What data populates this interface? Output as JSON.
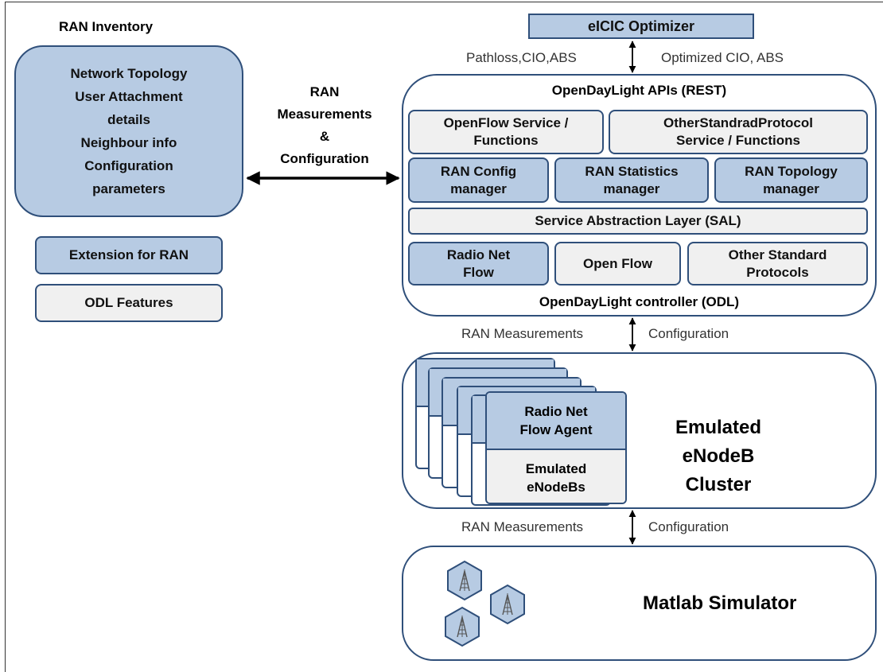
{
  "inventory": {
    "title": "RAN Inventory",
    "box_text": "Network Topology\nUser  Attachment\ndetails\nNeighbour info\nConfiguration\nparameters",
    "extension": "Extension for RAN",
    "odl_features": "ODL Features"
  },
  "link": {
    "label": "RAN\nMeasurements\n&\nConfiguration"
  },
  "eicic": {
    "title": "eICIC Optimizer",
    "left_label": "Pathloss,CIO,ABS",
    "right_label": "Optimized CIO, ABS"
  },
  "odl": {
    "apis_title": "OpenDayLight APIs (REST)",
    "openflow_service": "OpenFlow Service /\nFunctions",
    "other_protocol_service": "OtherStandradProtocol\nService / Functions",
    "ran_config": "RAN Config\nmanager",
    "ran_statistics": "RAN Statistics\nmanager",
    "ran_topology": "RAN Topology\nmanager",
    "sal": "Service Abstraction Layer (SAL)",
    "radio_net_flow": "Radio Net\nFlow",
    "open_flow": "Open Flow",
    "other_protocols": "Other Standard\nProtocols",
    "controller_title": "OpenDayLight controller (ODL)"
  },
  "link_odl_enb": {
    "left": "RAN Measurements",
    "right": "Configuration"
  },
  "enodeb": {
    "agent": "Radio Net\nFlow Agent",
    "emulated": "Emulated\neNodeBs",
    "cluster_title": "Emulated eNodeB\nCluster"
  },
  "link_enb_matlab": {
    "left": "RAN Measurements",
    "right": "Configuration"
  },
  "matlab": {
    "title": "Matlab Simulator",
    "tower_icon": "cell-tower-icon"
  },
  "colors": {
    "blue_fill": "#b7cbe3",
    "grey_fill": "#f0f0f0",
    "border": "#2f4f7a"
  }
}
